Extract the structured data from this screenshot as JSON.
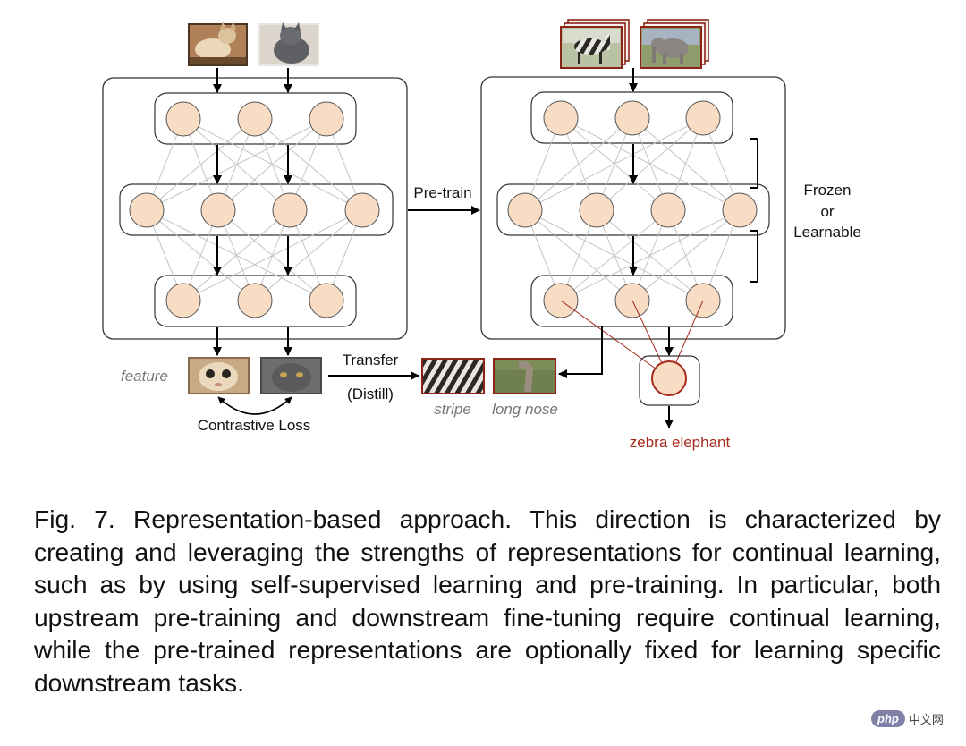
{
  "diagram": {
    "pretrain_label": "Pre-train",
    "transfer_label": "Transfer",
    "distill_label": "(Distill)",
    "feature_label": "feature",
    "contrastive_loss_label": "Contrastive Loss",
    "stripe_label": "stripe",
    "long_nose_label": "long nose",
    "frozen_label": "Frozen",
    "or_label": "or",
    "learnable_label": "Learnable",
    "output_label": "zebra elephant",
    "colors": {
      "node_fill": "#f8dcc4",
      "output_red": "#a52a1a",
      "image_border_red": "#8b2316"
    }
  },
  "caption": "Fig. 7. Representation-based approach. This direction is characterized by creating and leveraging the strengths of representations for continual learning, such as by using self-supervised learning and pre-training. In particular, both upstream pre-training and downstream fine-tuning require continual learning, while the pre-trained representations are optionally fixed for learning specific downstream tasks.",
  "watermark": {
    "logo_text": "php",
    "site_text": "中文网"
  }
}
